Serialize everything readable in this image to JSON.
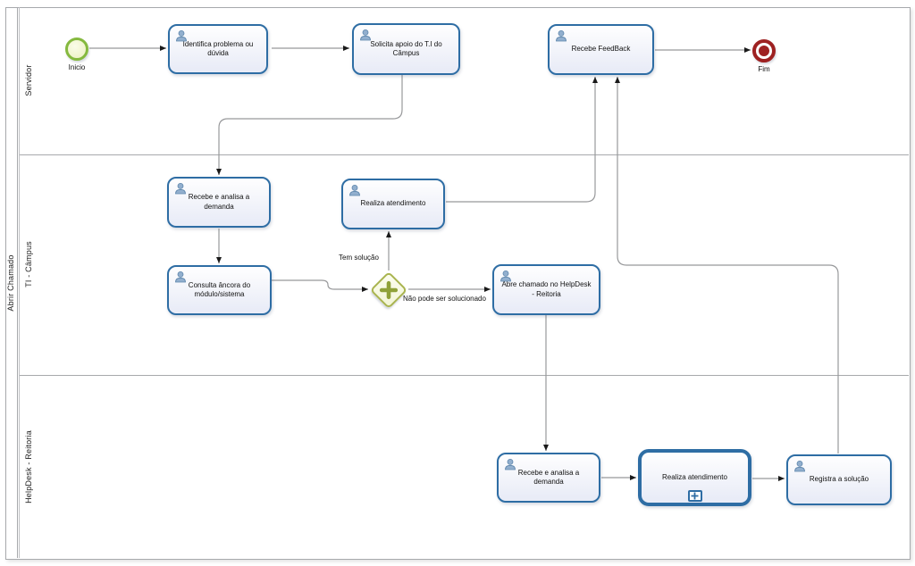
{
  "diagram": {
    "pool": {
      "label": "Abrir Chamado"
    },
    "lanes": [
      {
        "label": "Servidor"
      },
      {
        "label": "TI - Câmpus"
      },
      {
        "label": "HelpDesk - Reitoria"
      }
    ]
  },
  "events": {
    "start": {
      "label": "Inicio"
    },
    "end": {
      "label": "Fim"
    }
  },
  "tasks": {
    "identifica": {
      "label": "Identifica problema ou dúvida",
      "lane": "Servidor",
      "icon": "user-icon"
    },
    "solicita": {
      "label": "Solicita apoio do T.I do Câmpus",
      "lane": "Servidor",
      "icon": "user-icon"
    },
    "recebe_feedback": {
      "label": "Recebe FeedBack",
      "lane": "Servidor",
      "icon": "user-icon"
    },
    "recebe_analisa_ti": {
      "label": "Recebe e analisa a demanda",
      "lane": "TI - Câmpus",
      "icon": "user-icon"
    },
    "realiza_ti": {
      "label": "Realiza atendimento",
      "lane": "TI - Câmpus",
      "icon": "user-icon"
    },
    "consulta": {
      "label": "Consulta âncora do módulo/sistema",
      "lane": "TI - Câmpus",
      "icon": "user-icon"
    },
    "abre_chamado": {
      "label": "Abre chamado no HelpDesk - Reitoria",
      "lane": "TI - Câmpus",
      "icon": "user-icon"
    },
    "recebe_analisa_hd": {
      "label": "Recebe e analisa a demanda",
      "lane": "HelpDesk - Reitoria",
      "icon": "user-icon"
    },
    "realiza_hd": {
      "label": "Realiza atendimento",
      "lane": "HelpDesk - Reitoria",
      "icon": "subprocess-plus-icon"
    },
    "registra": {
      "label": "Registra a solução",
      "lane": "HelpDesk - Reitoria",
      "icon": "user-icon"
    }
  },
  "flows": {
    "tem_solucao": "Tem solução",
    "nao_pode": "Não pode ser solucionado"
  },
  "colors": {
    "task_border": "#2e6da4",
    "task_fill": "#e9ecf7",
    "user_icon": "#92afce",
    "start_border": "#85b93f",
    "start_fill": "#eef2c6",
    "end_red": "#9e2121",
    "gateway_border": "#a9b44e",
    "gateway_fill": "#f7f9e0",
    "gateway_cross": "#8fa139",
    "connector_line": "#98999b",
    "arrowhead": "#1a1a1a",
    "lane_border": "#a7a9ac"
  }
}
